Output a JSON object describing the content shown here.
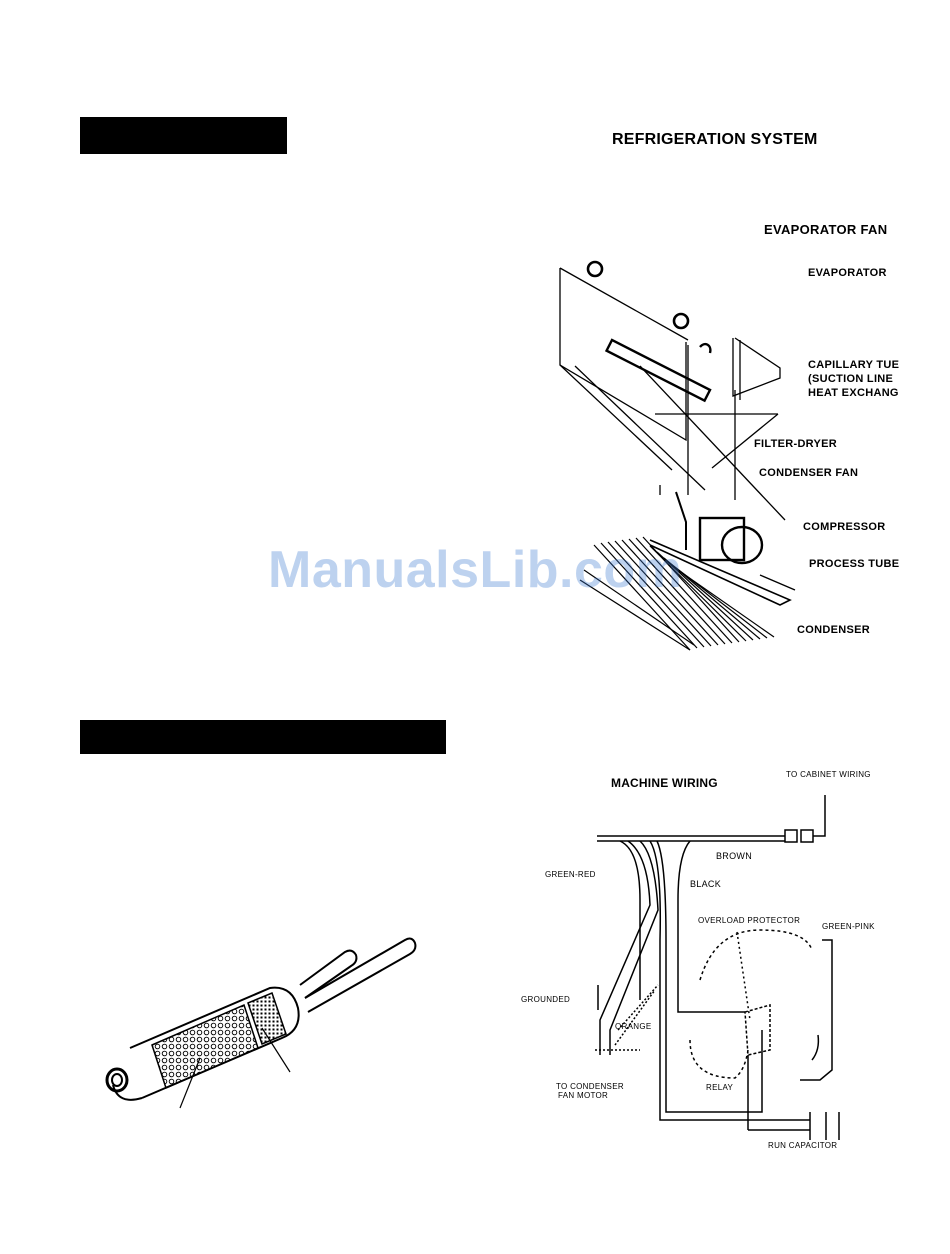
{
  "refrigeration": {
    "title": "REFRIGERATION SYSTEM",
    "labels": {
      "evaporator_fan": "EVAPORATOR FAN",
      "evaporator": "EVAPORATOR",
      "capillary": "CAPILLARY TUE",
      "suction": "(SUCTION LINE",
      "heat_exchange": "HEAT EXCHANG",
      "filter_dryer": "FILTER-DRYER",
      "condenser_fan": "CONDENSER FAN",
      "compressor": "COMPRESSOR",
      "process_tube": "PROCESS TUBE",
      "condenser": "CONDENSER"
    }
  },
  "wiring": {
    "title": "MACHINE WIRING",
    "labels": {
      "to_cabinet": "TO CABINET WIRING",
      "brown": "BROWN",
      "green_red": "GREEN-RED",
      "black": "BLACK",
      "overload": "OVERLOAD PROTECTOR",
      "green_pink": "GREEN-PINK",
      "grounded": "GROUNDED",
      "orange": "ORANGE",
      "to_condenser_1": "TO CONDENSER",
      "to_condenser_2": "FAN MOTOR",
      "relay": "RELAY",
      "run_capacitor": "RUN CAPACITOR"
    }
  },
  "watermark": "ManualsLib.com",
  "colors": {
    "watermark": "#3a78d0",
    "bars": "#000000"
  }
}
